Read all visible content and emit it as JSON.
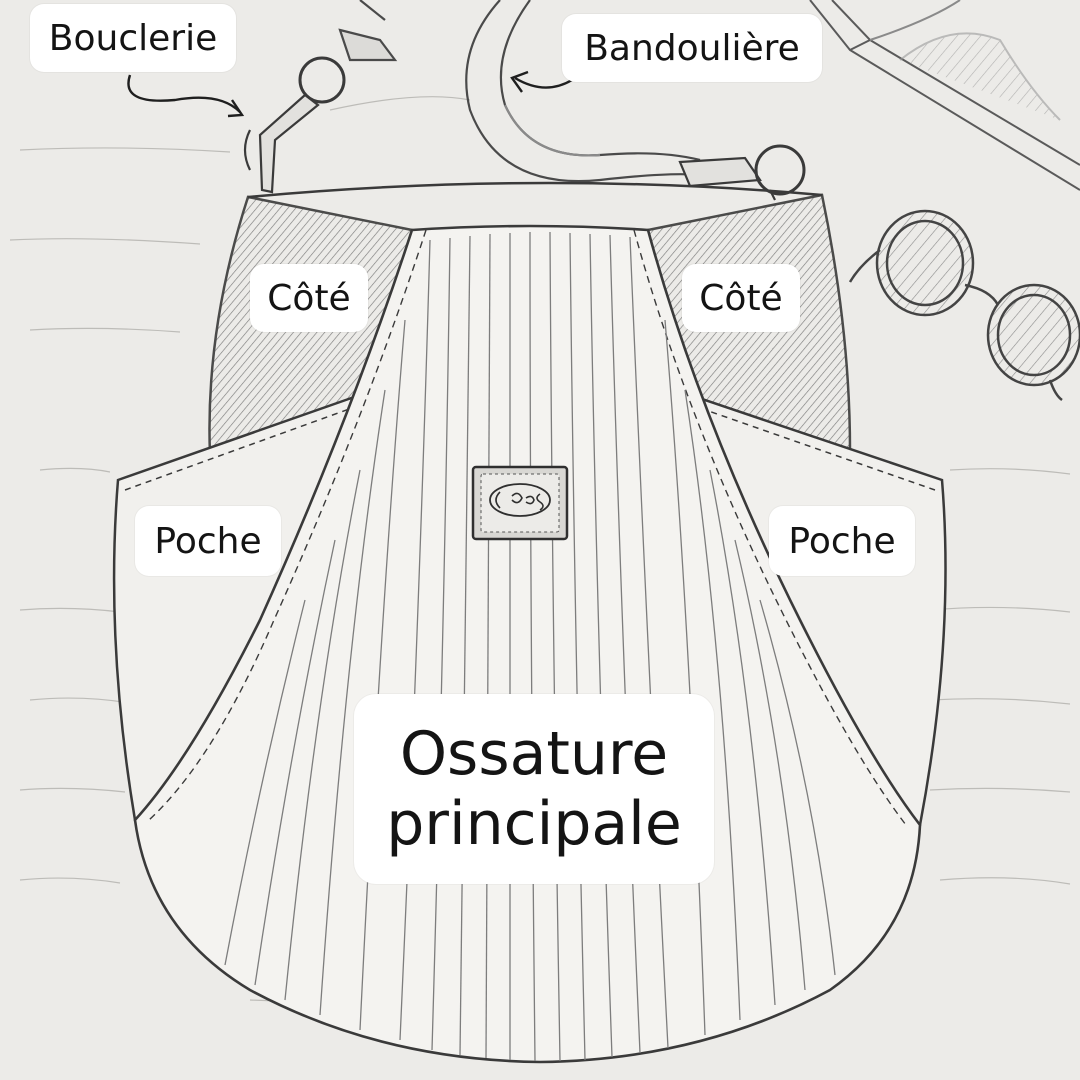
{
  "labels": {
    "bouclerie": "Bouclerie",
    "bandouliere": "Bandoulière",
    "cote_left": "Côté",
    "cote_right": "Côté",
    "poche_left": "Poche",
    "poche_right": "Poche",
    "ossature_line1": "Ossature",
    "ossature_line2": "principale"
  },
  "icons": [
    "bag-sketch",
    "strap",
    "snap-hook",
    "sunglasses",
    "picture-frame",
    "brand-tag",
    "arrow"
  ],
  "colors": {
    "paper": "#ecebe8",
    "ink": "#3a3a3a",
    "label_bg": "#ffffff",
    "label_text": "#141414"
  }
}
